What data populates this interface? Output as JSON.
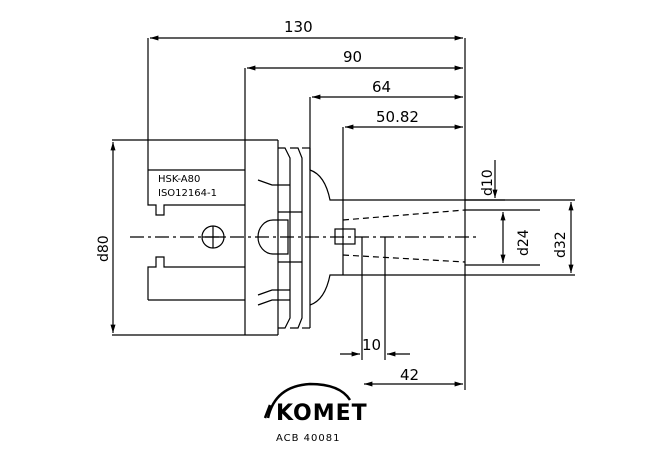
{
  "drawing": {
    "dimensions": {
      "length_130": "130",
      "length_90": "90",
      "length_64": "64",
      "length_50_82": "50.82",
      "length_42": "42",
      "length_10": "10",
      "dia_80": "d80",
      "dia_10": "d10",
      "dia_24": "d24",
      "dia_32": "d32"
    },
    "notes": {
      "standard_1": "HSK-A80",
      "standard_2": "ISO12164-1"
    },
    "logo": {
      "brand": "KOMET",
      "code": "ACB 40081"
    }
  }
}
